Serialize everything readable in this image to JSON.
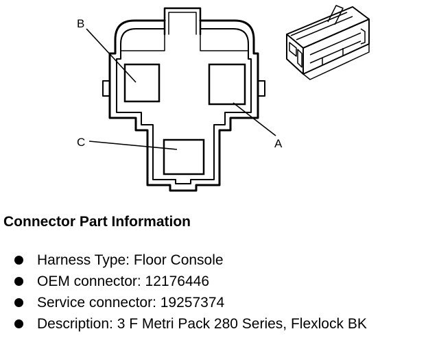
{
  "diagram": {
    "callouts": {
      "a": "A",
      "b": "B",
      "c": "C"
    }
  },
  "section": {
    "title": "Connector Part Information"
  },
  "info": [
    {
      "label": "Harness Type",
      "value": "Floor Console",
      "text": "Harness Type: Floor Console"
    },
    {
      "label": "OEM connector",
      "value": "12176446",
      "text": "OEM connector: 12176446"
    },
    {
      "label": "Service connector",
      "value": "19257374",
      "text": "Service connector: 19257374"
    },
    {
      "label": "Description",
      "value": "3 F Metri Pack 280 Series, Flexlock BK",
      "text": "Description: 3 F Metri Pack 280 Series, Flexlock BK"
    }
  ]
}
